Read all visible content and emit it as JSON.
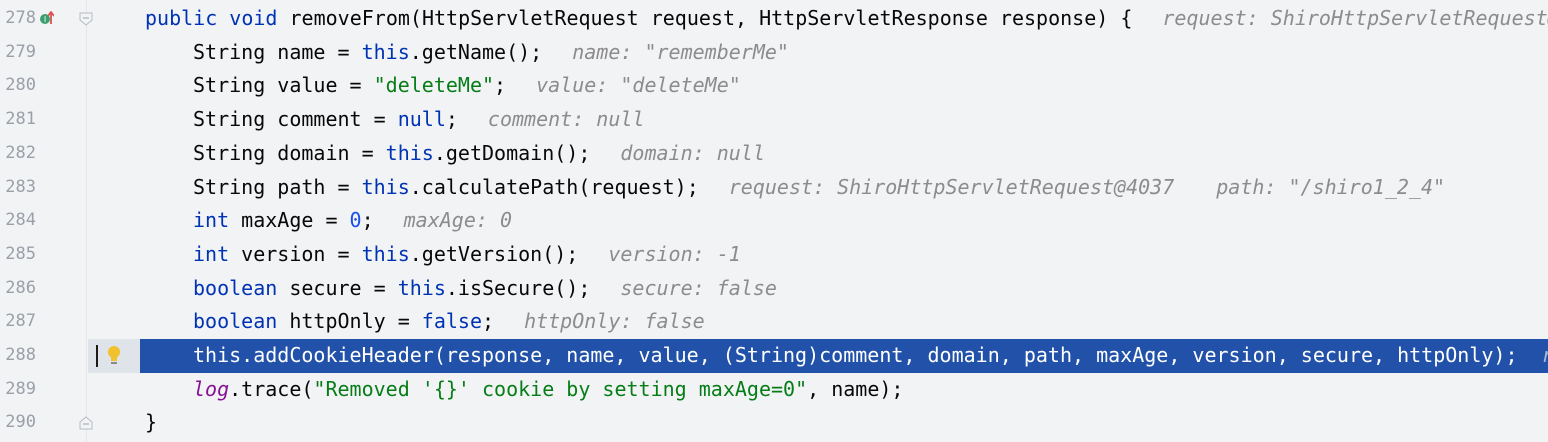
{
  "editor": {
    "lines": [
      {
        "num": "278",
        "tokens": [
          "public void",
          " removeFrom(HttpServletRequest request, HttpServletResponse response) {"
        ],
        "hint1": "request: ShiroHttpServletRequest@"
      },
      {
        "num": "279",
        "t1": "String name = ",
        "t2": "this",
        "t3": ".getName();",
        "hint1": "name: \"rememberMe\""
      },
      {
        "num": "280",
        "t1": "String value = ",
        "t2": "\"deleteMe\"",
        "t3": ";",
        "hint1": "value: \"deleteMe\""
      },
      {
        "num": "281",
        "t1": "String comment = ",
        "t2": "null",
        "t3": ";",
        "hint1": "comment: null"
      },
      {
        "num": "282",
        "t1": "String domain = ",
        "t2": "this",
        "t3": ".getDomain();",
        "hint1": "domain: null"
      },
      {
        "num": "283",
        "t1": "String path = ",
        "t2": "this",
        "t3": ".calculatePath(request);",
        "hint1": "request: ShiroHttpServletRequest@4037",
        "hint2": "path: \"/shiro1_2_4\""
      },
      {
        "num": "284",
        "t1": "int",
        "t2": " maxAge = ",
        "t3": "0",
        "t4": ";",
        "hint1": "maxAge: 0"
      },
      {
        "num": "285",
        "t1": "int",
        "t2": " version = ",
        "t3": "this",
        "t4": ".getVersion();",
        "hint1": "version: -1"
      },
      {
        "num": "286",
        "t1": "boolean",
        "t2": " secure = ",
        "t3": "this",
        "t4": ".isSecure();",
        "hint1": "secure: false"
      },
      {
        "num": "287",
        "t1": "boolean",
        "t2": " httpOnly = ",
        "t3": "false",
        "t4": ";",
        "hint1": "httpOnly: false"
      },
      {
        "num": "288",
        "code": "this.addCookieHeader(response, name, value, (String)comment, domain, path, maxAge, version, secure, httpOnly);",
        "hint1": "r"
      },
      {
        "num": "289",
        "t1": "log",
        "t2": ".trace(",
        "t3": "\"Removed '{}' cookie by setting maxAge=0\"",
        "t4": ", name);"
      },
      {
        "num": "290",
        "code": "}"
      }
    ]
  },
  "colors": {
    "keyword": "#0033b3",
    "string": "#067d17",
    "number": "#1750eb",
    "hint": "#8c8c8c",
    "current_line": "#2151a8",
    "background": "#f2f3f5"
  },
  "icons": {
    "line_278": "implementation-marker-icon",
    "line_288": "intention-bulb-icon",
    "fold": "fold-marker-icon"
  }
}
